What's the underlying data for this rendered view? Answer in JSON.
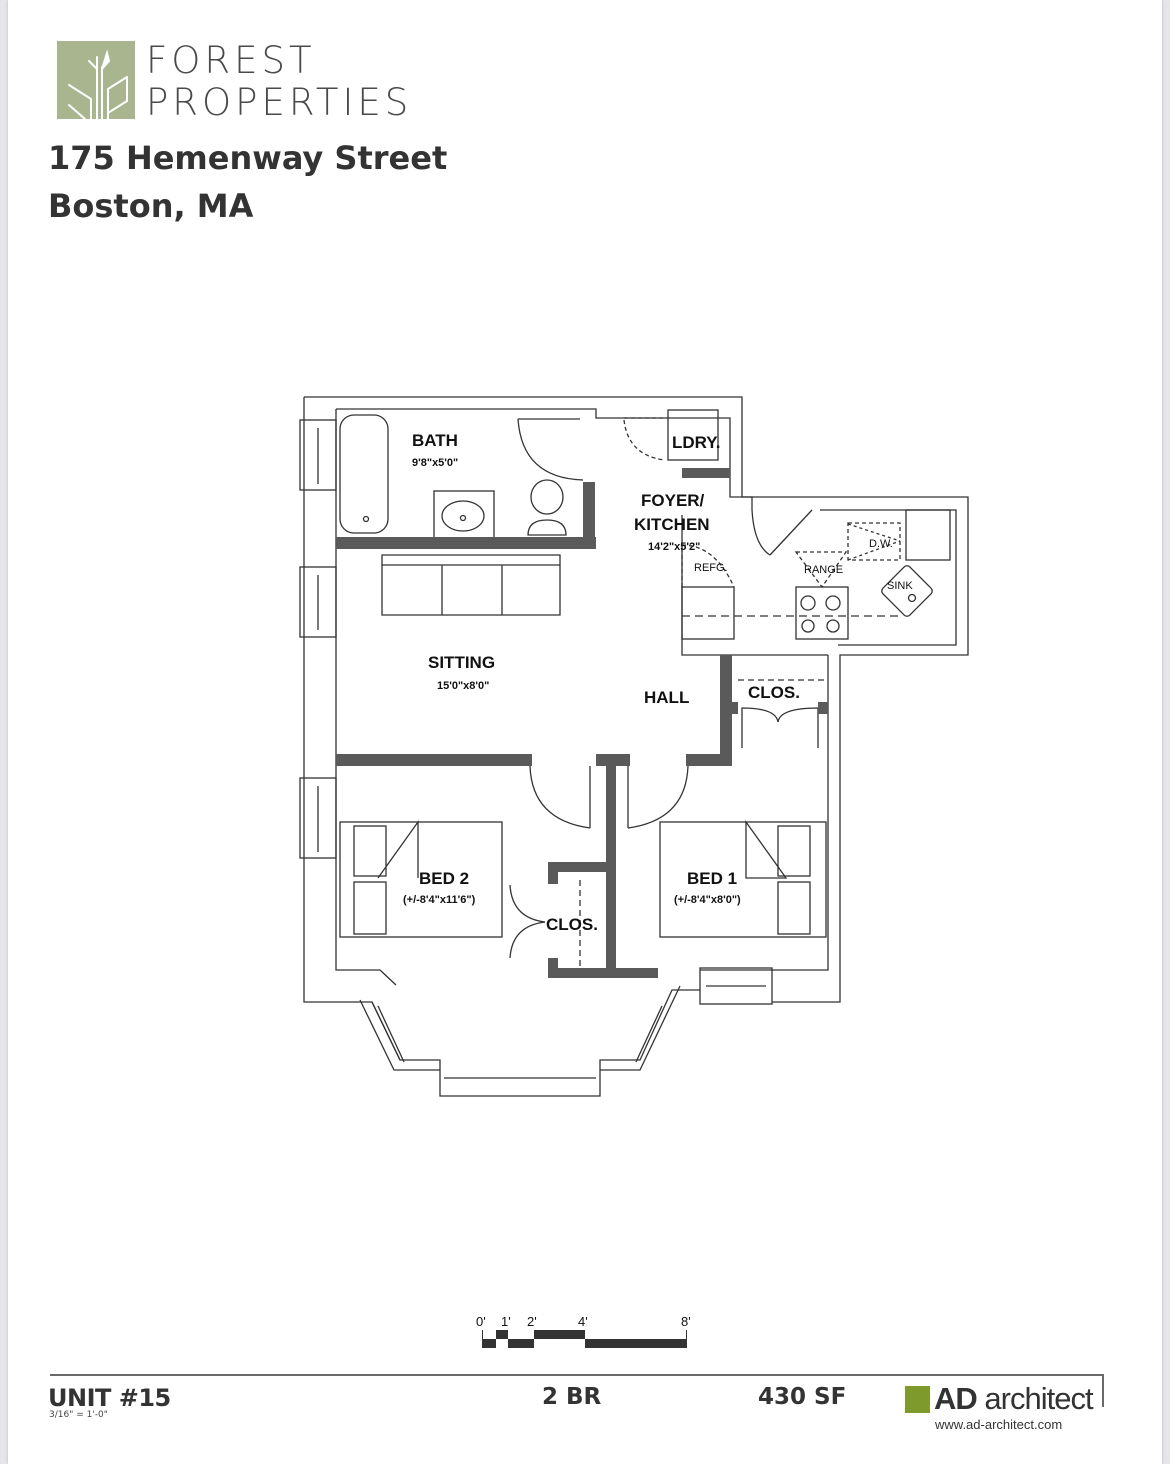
{
  "brand": {
    "name_line1": "FOREST",
    "name_line2": "PROPERTIES",
    "logo_icon": "tree-icon",
    "logo_color": "#a8b58f"
  },
  "address": {
    "street": "175 Hemenway Street",
    "city": "Boston, MA"
  },
  "floor_plan": {
    "rooms": [
      {
        "id": "bath",
        "label": "BATH",
        "dimensions": "9'8\"x5'0\""
      },
      {
        "id": "laundry",
        "label": "LDRY.",
        "dimensions": ""
      },
      {
        "id": "foyer_kitchen",
        "label_line1": "FOYER/",
        "label_line2": "KITCHEN",
        "dimensions": "14'2\"x5'2\""
      },
      {
        "id": "sitting",
        "label": "SITTING",
        "dimensions": "15'0\"x8'0\""
      },
      {
        "id": "hall",
        "label": "HALL",
        "dimensions": ""
      },
      {
        "id": "closet_hall",
        "label": "CLOS.",
        "dimensions": ""
      },
      {
        "id": "bed2",
        "label": "BED 2",
        "dimensions": "(+/-8'4\"x11'6\")"
      },
      {
        "id": "closet_bed2",
        "label": "CLOS.",
        "dimensions": ""
      },
      {
        "id": "bed1",
        "label": "BED 1",
        "dimensions": "(+/-8'4\"x8'0\")"
      }
    ],
    "fixtures": {
      "refrigerator": "REFG.",
      "range": "RANGE",
      "dishwasher": "D.W.",
      "sink": "SINK"
    },
    "wall_color": "#5a5a5a"
  },
  "scale_bar": {
    "ticks": [
      "0'",
      "1'",
      "2'",
      "4'",
      "8'"
    ]
  },
  "footer": {
    "unit": "UNIT #15",
    "scale_note": "3/16\" = 1'-0\"",
    "bedrooms": "2 BR",
    "area": "430 SF",
    "architect_bold": "AD",
    "architect_rest": " architect",
    "architect_url": "www.ad-architect.com",
    "architect_color": "#7f9a2c"
  }
}
